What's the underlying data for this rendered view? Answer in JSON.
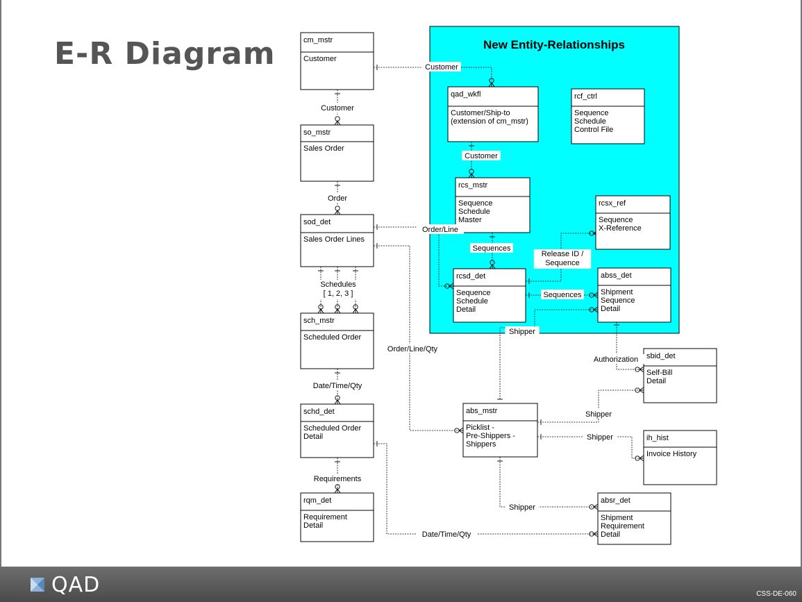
{
  "slide": {
    "title": "E-R Diagram",
    "code": "CSS-DE-060"
  },
  "logo": {
    "text": "QAD"
  },
  "panel": {
    "title": "New Entity-Relationships",
    "color": "#00ffff"
  },
  "entities": [
    {
      "id": "cm_mstr",
      "name": "cm_mstr",
      "desc": [
        "Customer"
      ]
    },
    {
      "id": "so_mstr",
      "name": "so_mstr",
      "desc": [
        "Sales Order"
      ]
    },
    {
      "id": "sod_det",
      "name": "sod_det",
      "desc": [
        "Sales Order Lines"
      ]
    },
    {
      "id": "sch_mstr",
      "name": "sch_mstr",
      "desc": [
        "Scheduled Order"
      ]
    },
    {
      "id": "schd_det",
      "name": "schd_det",
      "desc": [
        "Scheduled Order",
        "Detail"
      ]
    },
    {
      "id": "rqm_det",
      "name": "rqm_det",
      "desc": [
        "Requirement",
        "Detail"
      ]
    },
    {
      "id": "qad_wkfl",
      "name": "qad_wkfl",
      "desc": [
        "Customer/Ship-to",
        "(extension of cm_mstr)"
      ]
    },
    {
      "id": "rcf_ctrl",
      "name": "rcf_ctrl",
      "desc": [
        "Sequence",
        "Schedule",
        "Control File"
      ]
    },
    {
      "id": "rcs_mstr",
      "name": "rcs_mstr",
      "desc": [
        "Sequence",
        "Schedule",
        "Master"
      ]
    },
    {
      "id": "rcsx_ref",
      "name": "rcsx_ref",
      "desc": [
        "Sequence",
        "X-Reference"
      ]
    },
    {
      "id": "rcsd_det",
      "name": "rcsd_det",
      "desc": [
        "Sequence",
        "Schedule",
        "Detail"
      ]
    },
    {
      "id": "abss_det",
      "name": "abss_det",
      "desc": [
        "Shipment",
        "Sequence",
        "Detail"
      ]
    },
    {
      "id": "sbid_det",
      "name": "sbid_det",
      "desc": [
        "Self-Bill",
        "Detail"
      ]
    },
    {
      "id": "abs_mstr",
      "name": "abs_mstr",
      "desc": [
        "Picklist -",
        "Pre-Shippers -",
        "Shippers"
      ]
    },
    {
      "id": "ih_hist",
      "name": "ih_hist",
      "desc": [
        "Invoice History"
      ]
    },
    {
      "id": "absr_det",
      "name": "absr_det",
      "desc": [
        "Shipment",
        "Requirement",
        "Detail"
      ]
    }
  ],
  "relation_labels": {
    "cm_so": "Customer",
    "so_sod": "Order",
    "sod_sch": [
      "Schedules",
      "[ 1, 2, 3 ]"
    ],
    "sch_schd": "Date/Time/Qty",
    "schd_rqm": "Requirements",
    "cm_wkfl": "Customer",
    "wkfl_rcs": "Customer",
    "rcs_rcsd": "Sequences",
    "sod_rcsd": "Order/Line",
    "rcsd_rcsx": [
      "Release ID /",
      "Sequence"
    ],
    "rcsd_abss": "Sequences",
    "abss_abs": "Shipper",
    "sod_abs": "Order/Line/Qty",
    "abss_sbid": "Authorization",
    "abs_sbid": "Shipper",
    "abs_ih": "Shipper",
    "abs_absr": "Shipper",
    "schd_absr": "Date/Time/Qty"
  }
}
